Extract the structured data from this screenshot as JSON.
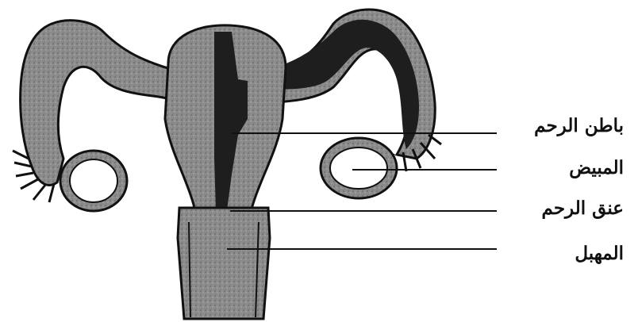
{
  "labels": [
    "باطن الرحم",
    "المبيض",
    "عنق الرحم",
    "المهبل"
  ],
  "colors": {
    "tissue": "#8c8c8c",
    "dark_lining": "#1e1e1e",
    "outline": "#111111",
    "background": "#ffffff"
  }
}
